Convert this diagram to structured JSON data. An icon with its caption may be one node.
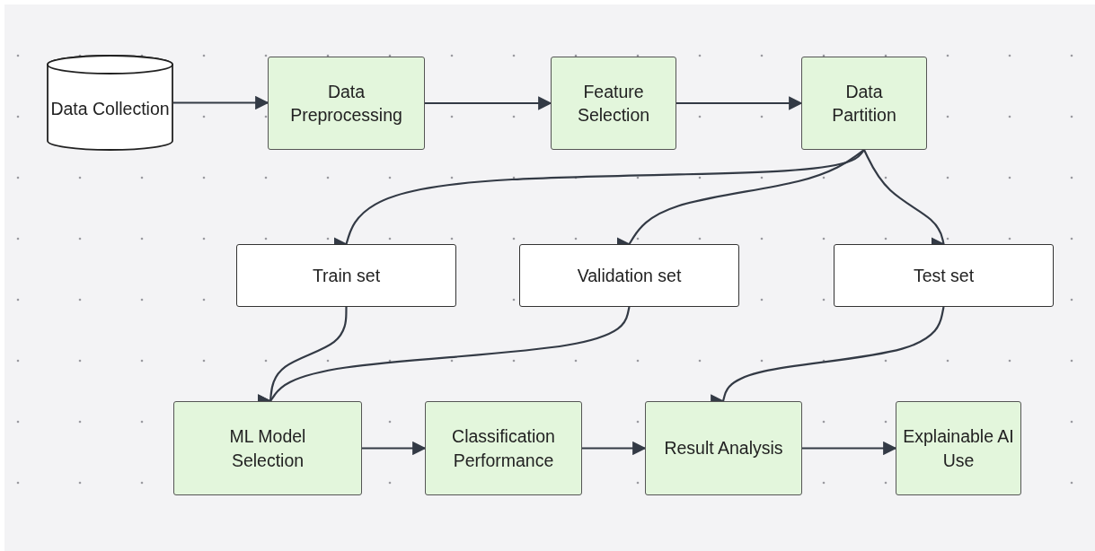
{
  "diagram": {
    "nodes": [
      {
        "text": [
          "Data Collection"
        ]
      },
      {
        "text": [
          "Data Preprocessing"
        ]
      },
      {
        "text": [
          "Feature Selection"
        ]
      },
      {
        "text": [
          "Data Partition"
        ]
      },
      {
        "text": [
          "Train set"
        ]
      },
      {
        "text": [
          "Validation set"
        ]
      },
      {
        "text": [
          "Test set"
        ]
      },
      {
        "text": [
          "ML Model Selection"
        ]
      },
      {
        "text": [
          "Classification Performance"
        ]
      },
      {
        "text": [
          "Result Analysis"
        ]
      },
      {
        "text": [
          "Explainable AI Use"
        ]
      }
    ],
    "edges": [
      {
        "from": 0,
        "to": 1,
        "arrow": "to"
      },
      {
        "from": 1,
        "to": 2,
        "arrow": "to"
      },
      {
        "from": 2,
        "to": 3,
        "arrow": "to"
      },
      {
        "from": 3,
        "to": 4,
        "arrow": "to"
      },
      {
        "from": 3,
        "to": 5,
        "arrow": "to"
      },
      {
        "from": 3,
        "to": 6,
        "arrow": "to"
      },
      {
        "from": 4,
        "to": 7,
        "arrow": "to"
      },
      {
        "from": 5,
        "to": 7,
        "arrow": "to"
      },
      {
        "from": 6,
        "to": 9,
        "arrow": "to"
      },
      {
        "from": 7,
        "to": 8,
        "arrow": "to"
      },
      {
        "from": 8,
        "to": 9,
        "arrow": "to"
      },
      {
        "from": 9,
        "to": 10,
        "arrow": "to"
      }
    ]
  }
}
